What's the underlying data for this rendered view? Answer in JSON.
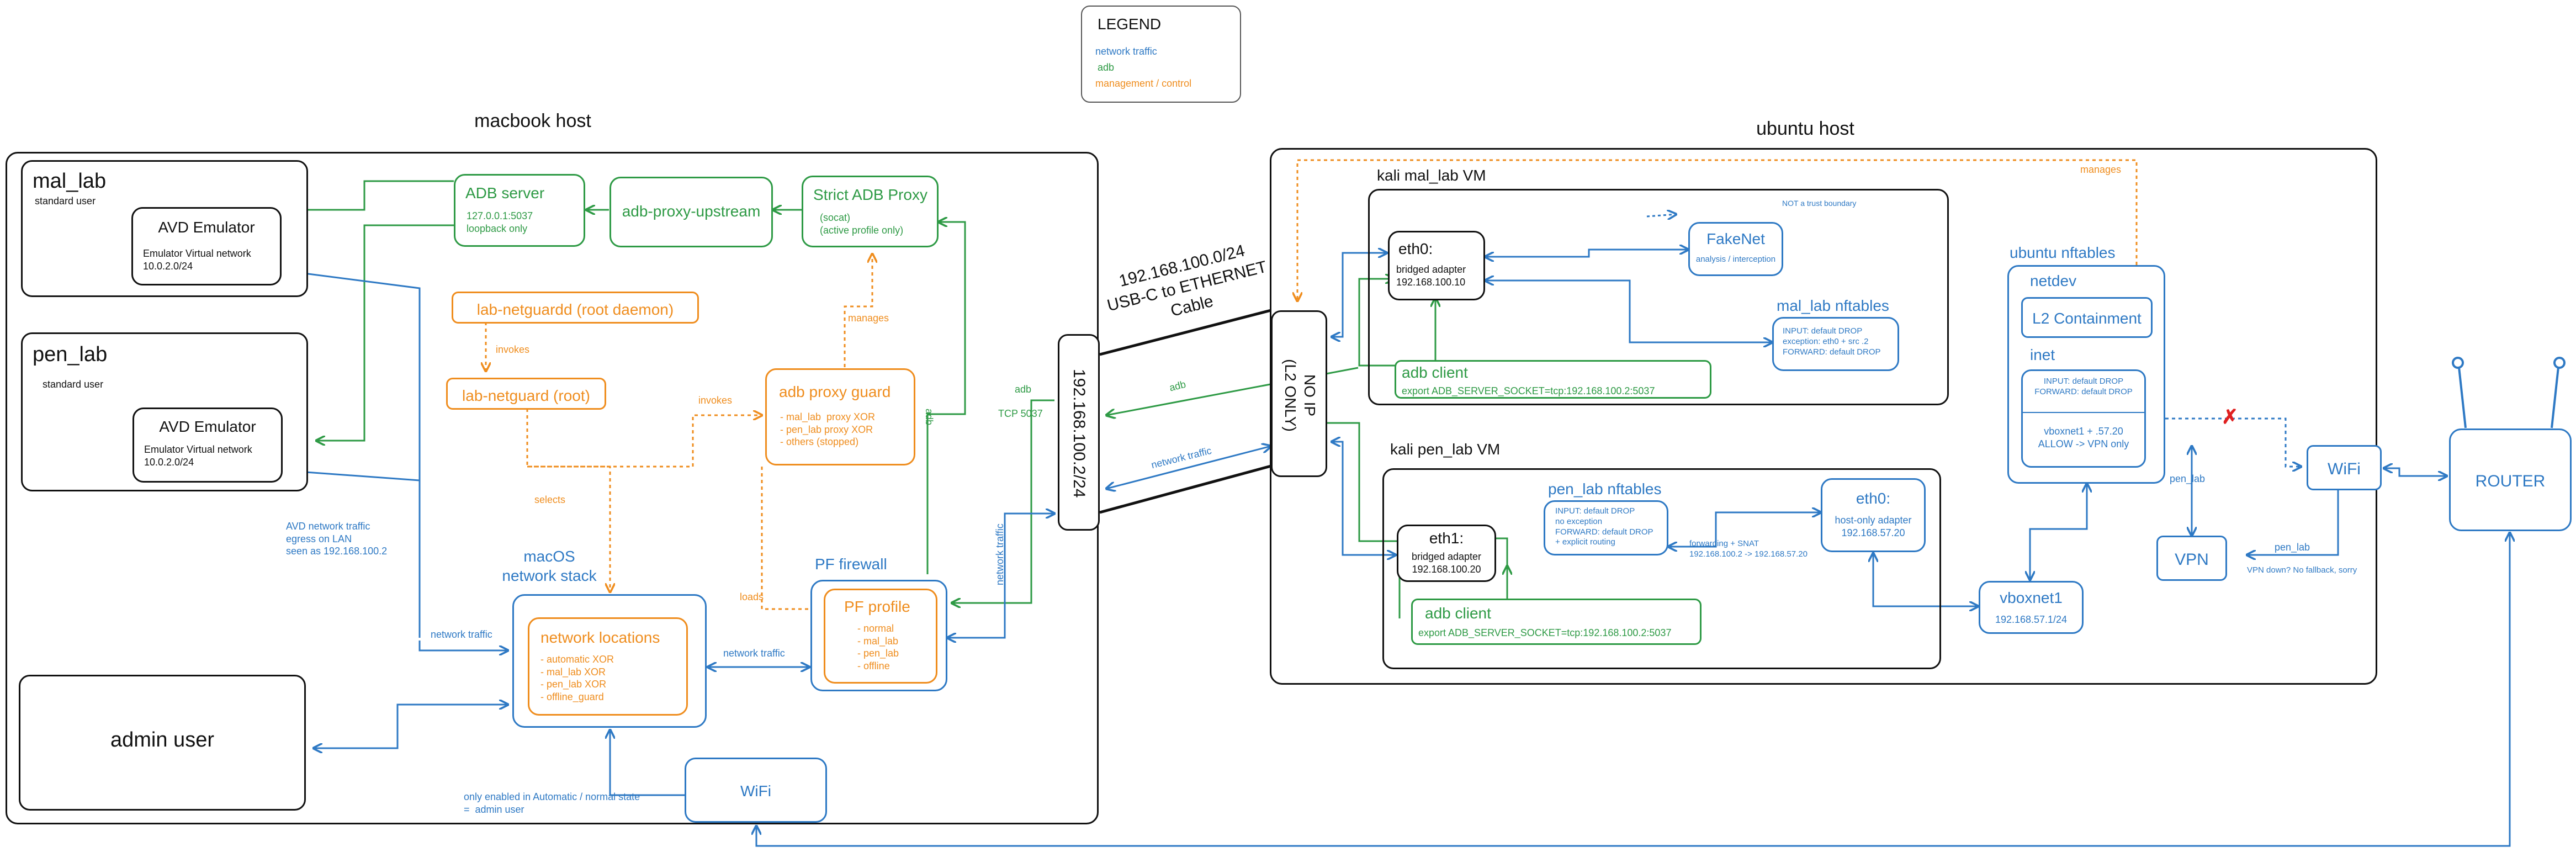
{
  "legend": {
    "title": "LEGEND",
    "network": "network traffic",
    "adb": "adb",
    "mgmt": "management / control"
  },
  "colors": {
    "adb": "#2e9a45",
    "network": "#2e79c4",
    "mgmt": "#ef8d1e",
    "block": "#e02020"
  },
  "macbook": {
    "title": "macbook host",
    "mal_lab": {
      "title": "mal_lab",
      "subtitle": "standard user",
      "avd_title": "AVD Emulator",
      "avd_desc": "Emulator Virtual network\n10.0.2.0/24"
    },
    "pen_lab": {
      "title": "pen_lab",
      "subtitle": "standard user",
      "avd_title": "AVD Emulator",
      "avd_desc": "Emulator Virtual network\n10.0.2.0/24"
    },
    "admin": "admin user",
    "adb_server": {
      "title": "ADB server",
      "desc": "127.0.0.1:5037\nloopback only"
    },
    "adb_upstream": "adb-proxy-upstream",
    "strict_proxy": {
      "title": "Strict ADB Proxy",
      "desc": "(socat)\n(active profile only)"
    },
    "netguardd": "lab-netguardd (root daemon)",
    "netguard": "lab-netguard (root)",
    "proxy_guard": {
      "title": "adb proxy guard",
      "desc": "- mal_lab  proxy XOR\n- pen_lab proxy XOR\n- others (stopped)"
    },
    "macos_stack": "macOS\nnetwork stack",
    "net_locations": {
      "title": "network locations",
      "desc": "- automatic XOR\n- mal_lab XOR\n- pen_lab XOR\n- offline_guard"
    },
    "pf_firewall": "PF firewall",
    "pf_profile": {
      "title": "PF profile",
      "desc": "- normal\n- mal_lab\n- pen_lab\n- offline"
    },
    "wifi": "WiFi",
    "usb_iface": "192.168.100.2/24",
    "avd_note": "AVD network traffic\negress on LAN\nseen as 192.168.100.2",
    "wifi_note": "only enabled in Automatic / normal state\n=  admin user"
  },
  "labels": {
    "invokes": "invokes",
    "manages": "manages",
    "selects": "selects",
    "loads": "loads",
    "network_traffic": "network traffic",
    "adb": "adb",
    "tcp_5037": "TCP 5037",
    "cable": "192.168.100.0/24\nUSB-C to ETHERNET\nCable",
    "pen_lab": "pen_lab",
    "vpn_down": "VPN down? No fallback, sorry",
    "forwarding": "forwarding + SNAT\n192.168.100.2 -> 192.168.57.20",
    "not_trust": "NOT a trust boundary"
  },
  "ubuntu": {
    "title": "ubuntu host",
    "no_ip": "NO IP\n(L2 ONLY)",
    "kali_mal": {
      "title": "kali mal_lab VM",
      "eth0_title": "eth0:",
      "eth0_desc": "bridged adapter\n192.168.100.10",
      "fakenet_title": "FakeNet",
      "fakenet_desc": "analysis / interception",
      "nft_title": "mal_lab nftables",
      "nft_desc": "INPUT: default DROP\nexception: eth0 + src .2\nFORWARD: default DROP",
      "adb_title": "adb client",
      "adb_desc": "export ADB_SERVER_SOCKET=tcp:192.168.100.2:5037"
    },
    "kali_pen": {
      "title": "kali pen_lab VM",
      "eth1_title": "eth1:",
      "eth1_desc": "bridged adapter\n192.168.100.20",
      "nft_title": "pen_lab nftables",
      "nft_desc": "INPUT: default DROP\nno exception\nFORWARD: default DROP\n+ explicit routing",
      "eth0_title": "eth0:",
      "eth0_desc": "host-only adapter\n192.168.57.20",
      "adb_title": "adb client",
      "adb_desc": "export ADB_SERVER_SOCKET=tcp:192.168.100.2:5037"
    },
    "nft": {
      "title": "ubuntu nftables",
      "netdev": "netdev",
      "l2": "L2 Containment",
      "inet": "inet",
      "inet_desc1": "INPUT: default DROP\nFORWARD: default DROP",
      "inet_desc2": "vboxnet1 + .57.20\nALLOW -> VPN only"
    },
    "vboxnet": {
      "title": "vboxnet1",
      "desc": "192.168.57.1/24"
    },
    "vpn": "VPN",
    "wifi": "WiFi",
    "block_mark": "✗"
  },
  "router": "ROUTER"
}
